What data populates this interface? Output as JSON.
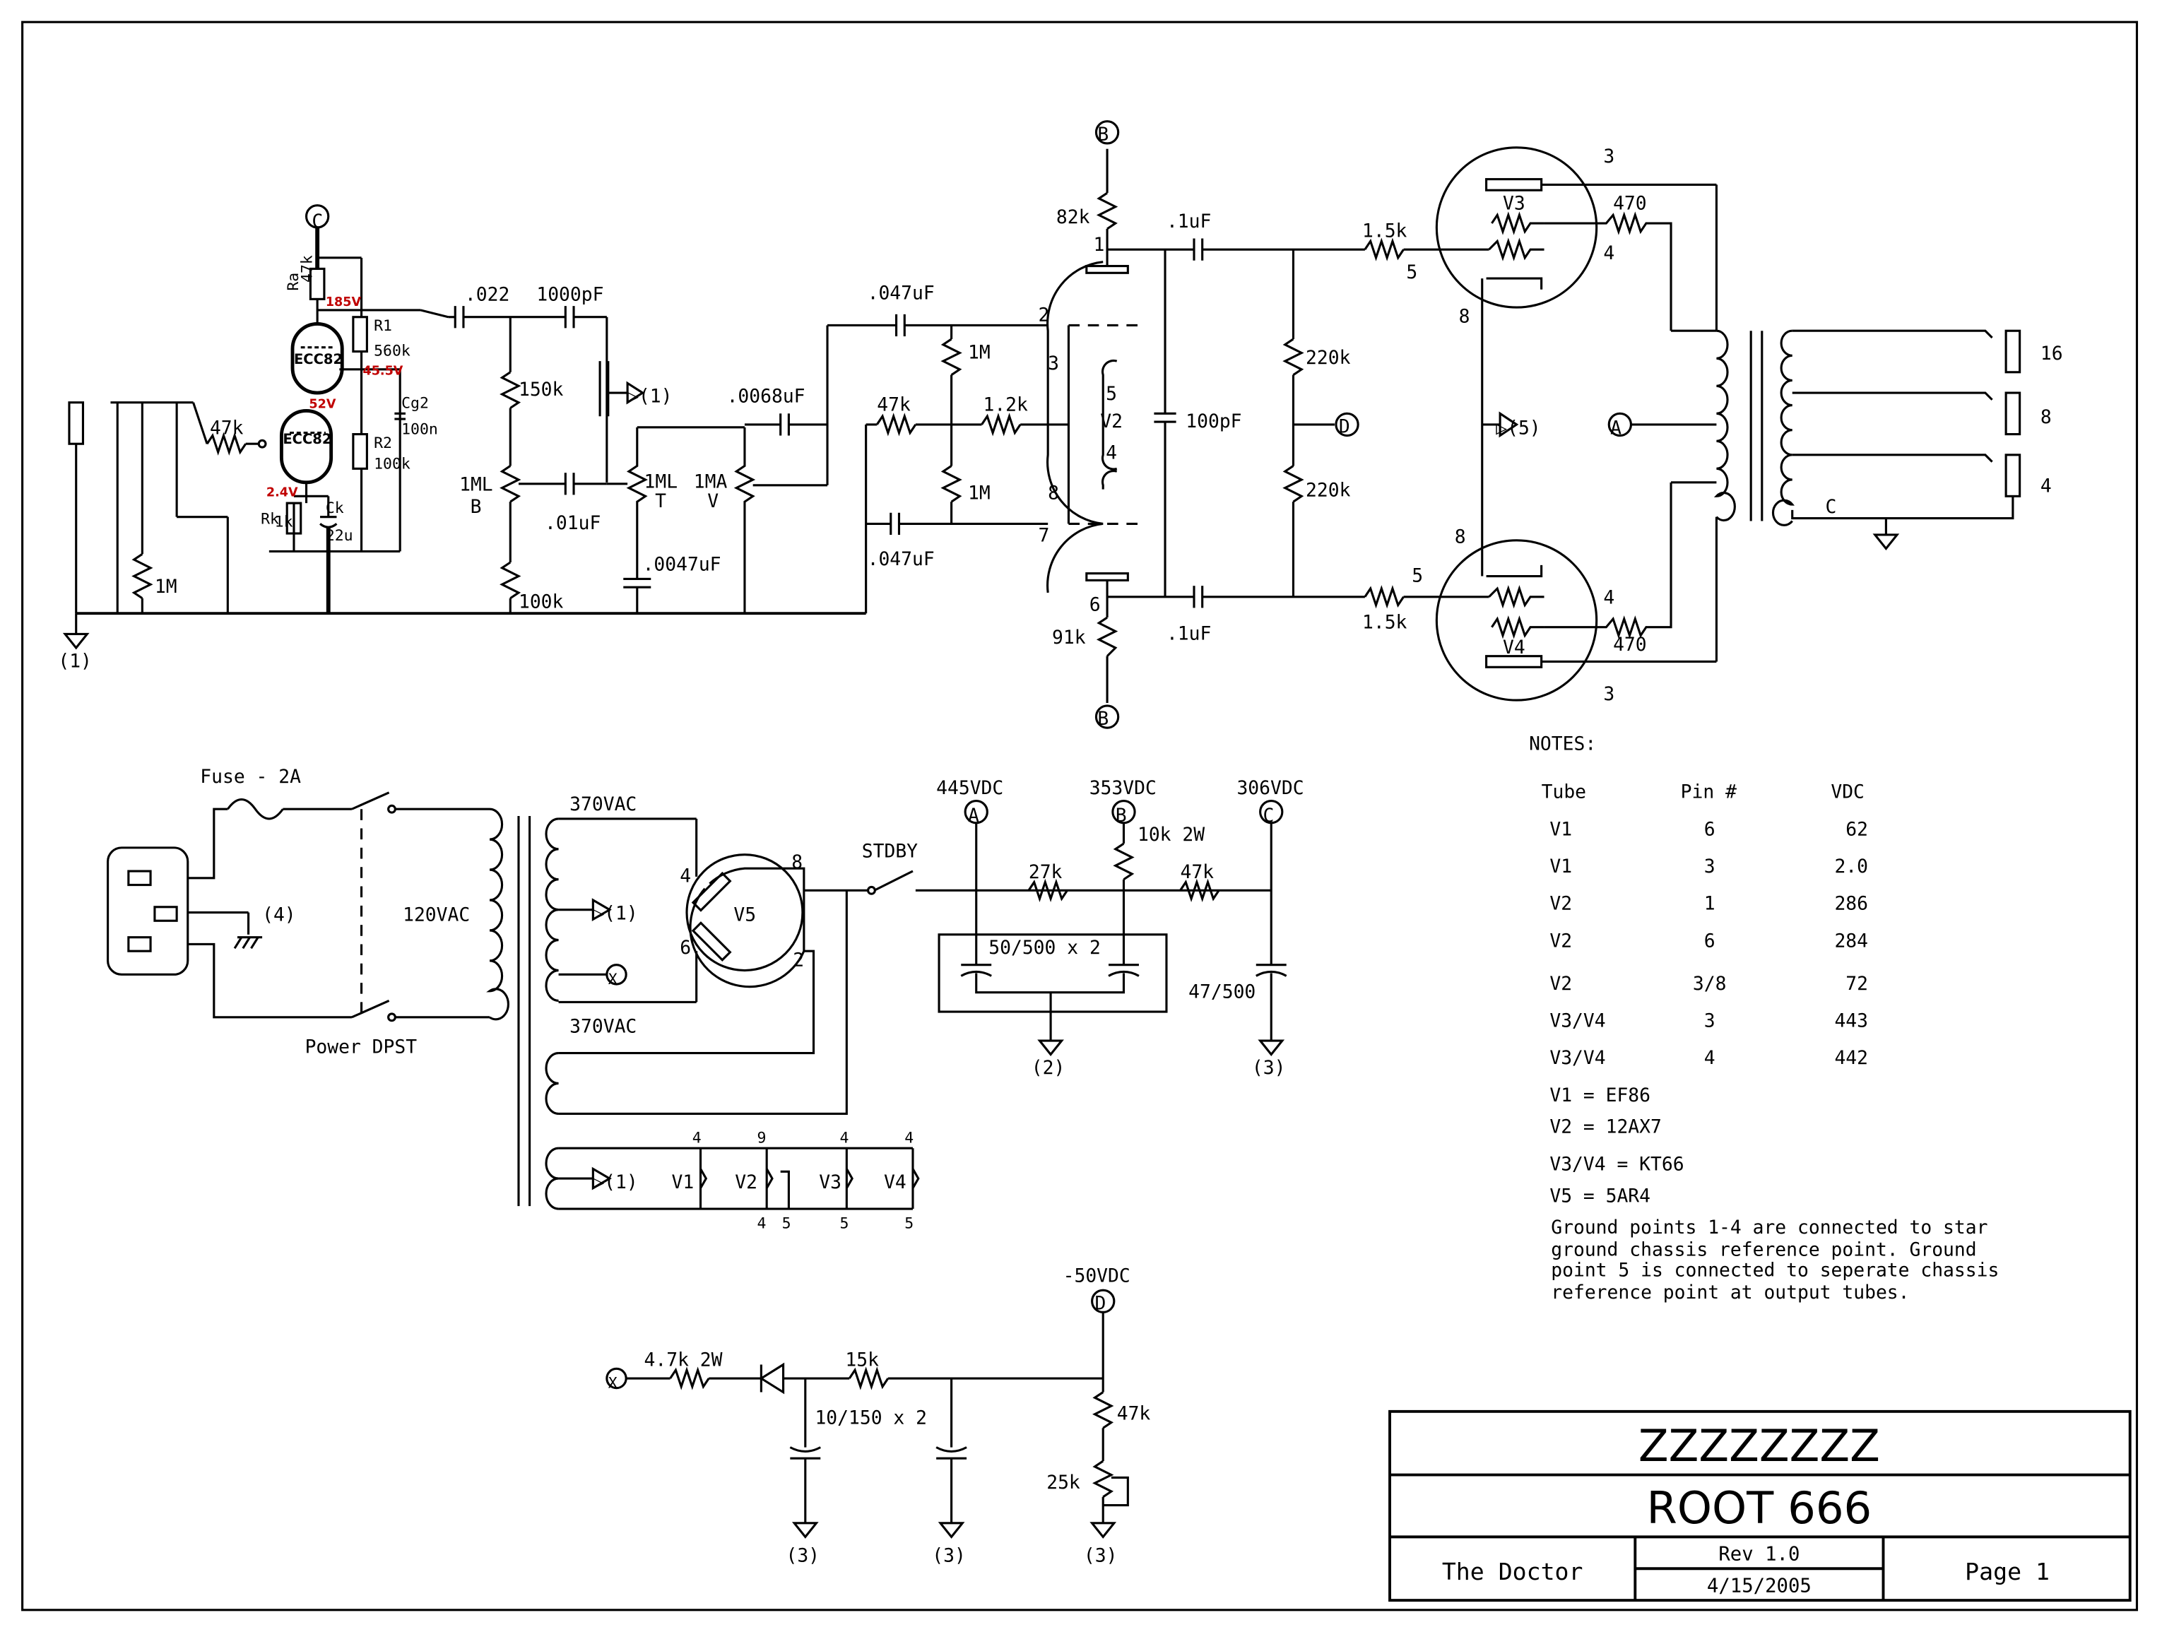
{
  "schematic": {
    "preamp": {
      "node_c": "C",
      "ra": "Ra",
      "ra_val": "47k",
      "v185": "185V",
      "tube1": "ECC82",
      "tube2": "ECC82",
      "r1": "R1",
      "r1_val": "560k",
      "v45": "45.5V",
      "cg2": "Cg2",
      "cg2_val": "100n",
      "r2": "R2",
      "r2_val": "100k",
      "v52": "52V",
      "v24": "2.4V",
      "rk": "Rk",
      "rk_val": "1k",
      "ck": "Ck",
      "ck_val": "22u",
      "in_r": "47k",
      "in_1m": "1M",
      "gnd1": "(1)"
    },
    "tonestack": {
      "c022": ".022",
      "c1000": "1000pF",
      "gnd1": "▷(1)",
      "r150": "150k",
      "pot_bass": "1ML",
      "pot_bass_b": "B",
      "c01": ".01uF",
      "r100": "100k",
      "pot_treble": "1ML",
      "pot_treble_t": "T",
      "c0047": ".0047uF",
      "pot_vol": "1MA",
      "pot_vol_v": "V",
      "c0068": ".0068uF"
    },
    "phase_inverter": {
      "node_b_top": "B",
      "node_b_bot": "B",
      "r82": "82k",
      "r91": "91k",
      "c047_top": ".047uF",
      "c047_bot": ".047uF",
      "r47": "47k",
      "r12": "1.2k",
      "r1m_top": "1M",
      "r1m_bot": "1M",
      "pin1": "1",
      "pin2": "2",
      "pin3": "3",
      "pin5": "5",
      "pin4": "4",
      "pin8": "8",
      "pin7": "7",
      "pin6": "6",
      "tube": "V2",
      "c1_top": ".1uF",
      "c1_bot": ".1uF",
      "c100p": "100pF",
      "r220_top": "220k",
      "r220_bot": "220k",
      "node_d": "D"
    },
    "power_amp": {
      "r15_top": "1.5k",
      "r15_bot": "1.5k",
      "v3": "V3",
      "v4": "V4",
      "r470_top": "470",
      "r470_bot": "470",
      "p3_top": "3",
      "p4_top": "4",
      "p5_top": "5",
      "p8_top": "8",
      "p3_bot": "3",
      "p4_bot": "4",
      "p5_bot": "5",
      "p8_bot": "8",
      "gnd5": "▷(5)",
      "node_a": "A",
      "tap_c": "C",
      "out16": "16",
      "out8": "8",
      "out4": "4"
    },
    "power_supply": {
      "fuse": "Fuse - 2A",
      "switch": "Power DPST",
      "gnd4": "(4)",
      "v120": "120VAC",
      "v370_top": "370VAC",
      "v370_bot": "370VAC",
      "gnd1": "▷(1)",
      "node_x": "X",
      "rect": "V5",
      "rp4": "4",
      "rp6": "6",
      "rp8": "8",
      "rp2": "2",
      "stdby": "STDBY",
      "v445": "445VDC",
      "v353": "353VDC",
      "v306": "306VDC",
      "node_a": "A",
      "node_b": "B",
      "node_c": "C",
      "r27": "27k",
      "r10k": "10k 2W",
      "r47": "47k",
      "cap_block": "50/500 x 2",
      "cap_c": "47/500",
      "gnd2": "(2)",
      "gnd3": "(3)"
    },
    "heaters": {
      "gnd1": "▷(1)",
      "v1": "V1",
      "v2": "V2",
      "v3": "V3",
      "v4": "V4",
      "t1": "4",
      "t2": "9",
      "t3": "4",
      "t4": "4",
      "b1": "4",
      "b2": "5",
      "b3": "5",
      "b4": "5"
    },
    "bias": {
      "v50": "-50VDC",
      "node_d": "D",
      "node_x": "X",
      "r47k2w": "4.7k 2W",
      "r15k": "15k",
      "caps": "10/150 x 2",
      "r47k": "47k",
      "pot25": "25k",
      "gnd_a": "(3)",
      "gnd_b": "(3)",
      "gnd_c": "(3)"
    }
  },
  "notes": {
    "title": "NOTES:",
    "headers": [
      "Tube",
      "Pin #",
      "VDC"
    ],
    "rows": [
      [
        "V1",
        "6",
        "62"
      ],
      [
        "V1",
        "3",
        "2.0"
      ],
      [
        "V2",
        "1",
        "286"
      ],
      [
        "V2",
        "6",
        "284"
      ],
      [
        "V2",
        "3/8",
        "72"
      ],
      [
        "V3/V4",
        "3",
        "443"
      ],
      [
        "V3/V4",
        "4",
        "442"
      ]
    ],
    "tubes": [
      "V1 = EF86",
      "V2 = 12AX7",
      "V3/V4 = KT66",
      "V5 = 5AR4"
    ],
    "ground": [
      "Ground points 1-4 are connected to star",
      "ground chassis reference point.  Ground",
      "point 5 is connected to seperate chassis",
      "reference point at output tubes."
    ]
  },
  "title_block": {
    "name": "ZZZZZZZZ",
    "title": "ROOT 666",
    "author": "The Doctor",
    "rev": "Rev 1.0",
    "date": "4/15/2005",
    "page": "Page 1"
  }
}
